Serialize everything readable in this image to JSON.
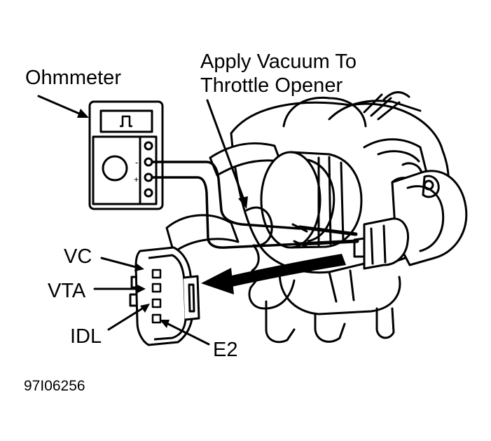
{
  "labels": {
    "ohmmeter": "Ohmmeter",
    "vacuum_line1": "Apply Vacuum To",
    "vacuum_line2": "Throttle Opener",
    "vc": "VC",
    "vta": "VTA",
    "idl": "IDL",
    "e2": "E2",
    "figure_id": "97I06256"
  },
  "meter": {
    "minus": "-",
    "plus": "+"
  }
}
